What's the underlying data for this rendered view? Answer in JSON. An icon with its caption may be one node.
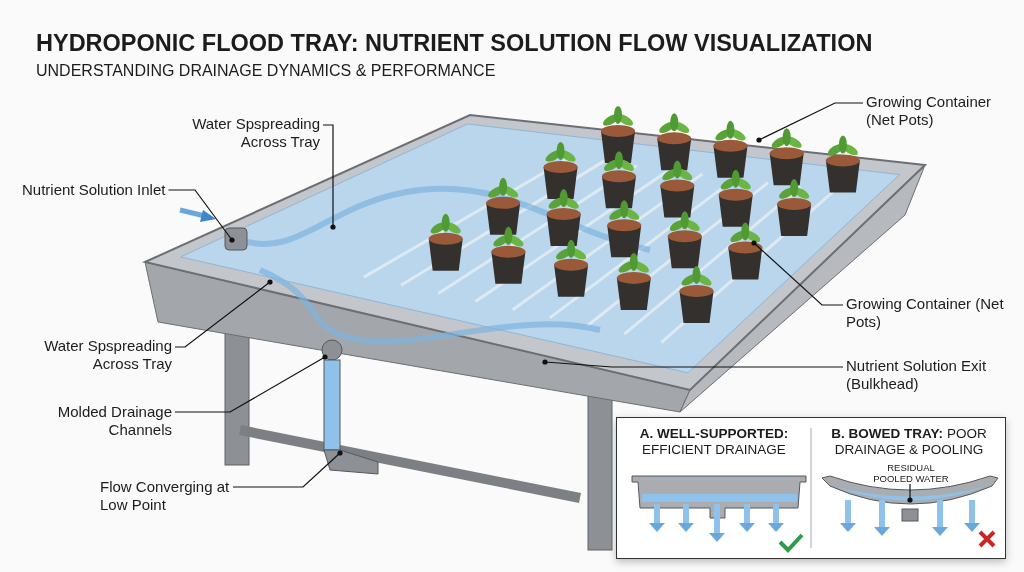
{
  "diagram": {
    "title": "HYDROPONIC FLOOD TRAY: NUTRIENT SOLUTION FLOW VISUALIZATION",
    "nodes": [
      {
        "text": [
          "Water Spspreading Across Tray"
        ]
      },
      {
        "text": [
          "Nutrient Solution Inlet"
        ]
      },
      {
        "text": [
          "Water Spspreading Across Tray"
        ]
      },
      {
        "text": [
          "Molded Drainage Channels"
        ]
      },
      {
        "text": [
          "Flow Converging at Low Point"
        ]
      },
      {
        "text": [
          "Growing Container (Net Pots)"
        ]
      },
      {
        "text": [
          "Growing Container (Net Pots)"
        ]
      },
      {
        "text": [
          "Nutrient Solution Exit (Bulkhead)"
        ]
      },
      {
        "text": [],
        "shape": "box"
      },
      {
        "text": [
          "**A. WELL-SUPPORTED:** EFFICIENT DRAINAGE"
        ],
        "in": 8
      },
      {
        "text": [
          "**B. BOWED TRAY:** POOR DRAINAGE & POOLING"
        ],
        "in": 8
      },
      {
        "text": [
          "RESIDUAL POOLED WATER"
        ],
        "in": 8
      },
      {
        "text": [],
        "shape": "picture"
      },
      {
        "text": [],
        "shape": "picture"
      }
    ],
    "edges": [
      {
        "from": 0,
        "to": null,
        "arrow": "other"
      },
      {
        "from": 1,
        "to": null,
        "arrow": "other"
      },
      {
        "from": 2,
        "to": null,
        "arrow": "other"
      },
      {
        "from": 3,
        "to": 13,
        "arrow": "other"
      },
      {
        "from": 4,
        "to": 13,
        "arrow": "other"
      },
      {
        "from": 5,
        "to": 12,
        "arrow": "other"
      },
      {
        "from": 6,
        "to": 12,
        "arrow": "other"
      },
      {
        "from": 7,
        "to": null,
        "arrow": "other"
      },
      {
        "from": 11,
        "to": null,
        "arrow": "other"
      }
    ],
    "labels": [
      "UNDERSTANDING DRAINAGE DYNAMICS & PERFORMANCE"
    ]
  }
}
